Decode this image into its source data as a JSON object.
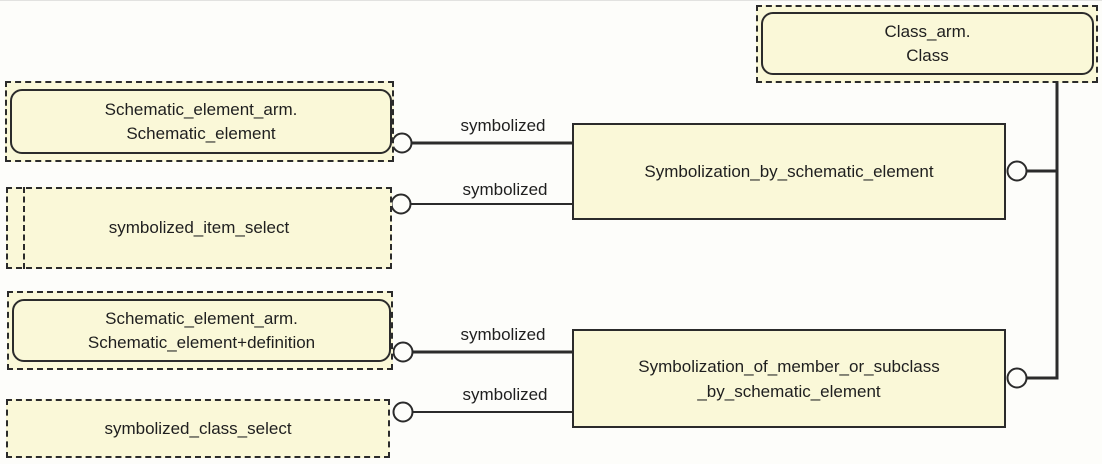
{
  "diagram": {
    "kind": "express-g-schema-diagram",
    "colors": {
      "node_fill": "#FAF8D8",
      "line": "#2B2B2B",
      "text": "#1F1F1F",
      "background": "#FDFDFA"
    }
  },
  "nodes": {
    "class": {
      "line1": "Class_arm.",
      "line2": "Class"
    },
    "schematic_element": {
      "line1": "Schematic_element_arm.",
      "line2": "Schematic_element"
    },
    "symbolized_item_select": {
      "label": "symbolized_item_select"
    },
    "schematic_element_definition": {
      "line1": "Schematic_element_arm.",
      "line2": "Schematic_element+definition"
    },
    "symbolized_class_select": {
      "label": "symbolized_class_select"
    },
    "symbolization_by_schematic_element": {
      "label": "Symbolization_by_schematic_element"
    },
    "symbolization_of_member_or_subclass": {
      "line1": "Symbolization_of_member_or_subclass",
      "line2": "_by_schematic_element"
    }
  },
  "edges": [
    {
      "label": "symbolized",
      "from": "schematic_element",
      "to": "symbolization_by_schematic_element"
    },
    {
      "label": "symbolized",
      "from": "symbolized_item_select",
      "to": "symbolization_by_schematic_element"
    },
    {
      "label": "symbolized",
      "from": "schematic_element_definition",
      "to": "symbolization_of_member_or_subclass"
    },
    {
      "label": "symbolized",
      "from": "symbolized_class_select",
      "to": "symbolization_of_member_or_subclass"
    }
  ],
  "unlabeled_edges": [
    {
      "from": "symbolization_by_schematic_element",
      "to": "class"
    },
    {
      "from": "symbolization_of_member_or_subclass",
      "to": "class"
    }
  ]
}
